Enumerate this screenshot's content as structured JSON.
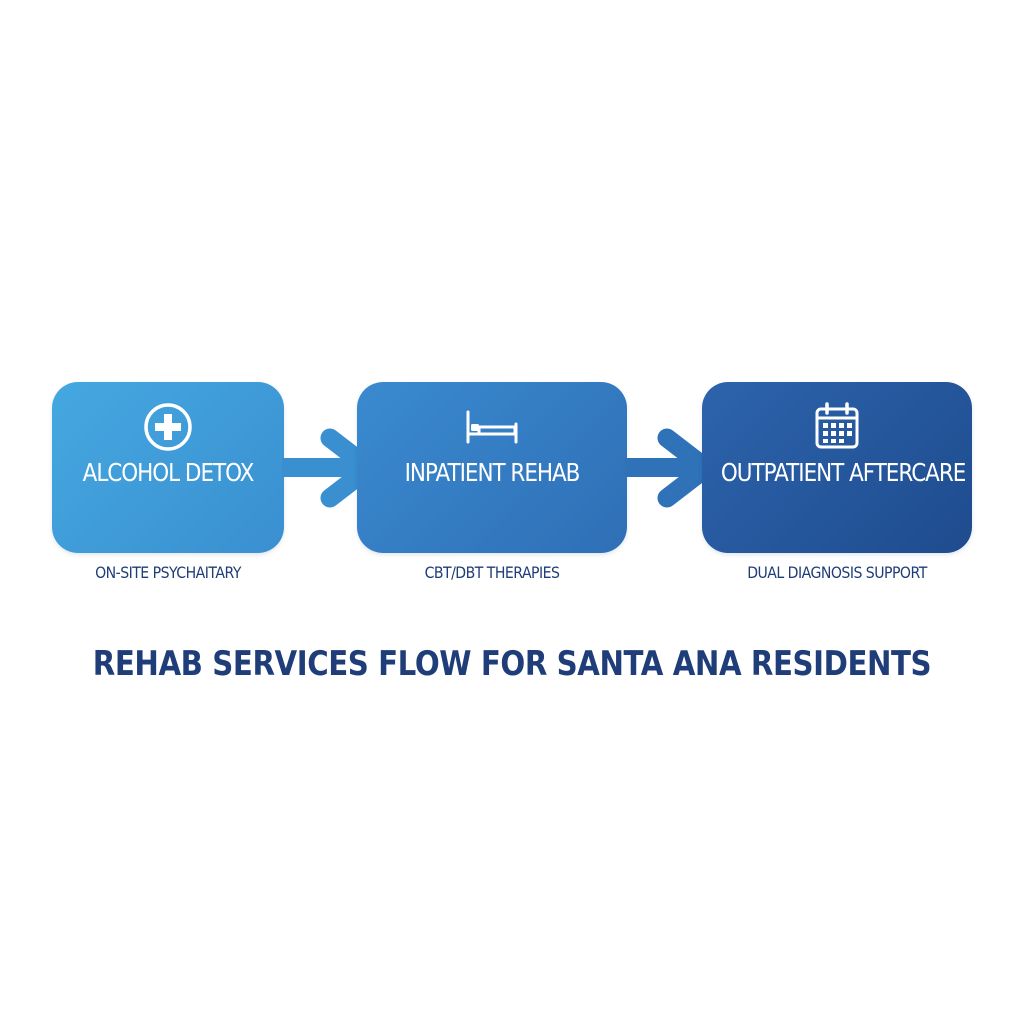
{
  "diagram": {
    "title": "REHAB SERVICES FLOW FOR SANTA ANA RESIDENTS",
    "steps": [
      {
        "title": "ALCOHOL DETOX",
        "caption": "ON-SITE PSYCHAITARY",
        "icon": "medical-cross-icon",
        "color_start": "#45a8e0",
        "color_end": "#3a8fd0"
      },
      {
        "title": "INPATIENT REHAB",
        "caption": "CBT/DBT THERAPIES",
        "icon": "bed-icon",
        "color_start": "#3a8ad0",
        "color_end": "#2f6fb6"
      },
      {
        "title": "OUTPATIENT AFTERCARE",
        "caption": "DUAL DIAGNOSIS SUPPORT",
        "icon": "calendar-icon",
        "color_start": "#2c64ac",
        "color_end": "#1f4b8e"
      }
    ],
    "connectors": [
      {
        "from": "ALCOHOL DETOX",
        "to": "INPATIENT REHAB",
        "icon": "arrow-right-icon",
        "color": "#3a8fd0"
      },
      {
        "from": "INPATIENT REHAB",
        "to": "OUTPATIENT AFTERCARE",
        "icon": "arrow-right-icon",
        "color": "#2f72b8"
      }
    ],
    "text_color": "#1f3d78",
    "background": "#ffffff"
  }
}
